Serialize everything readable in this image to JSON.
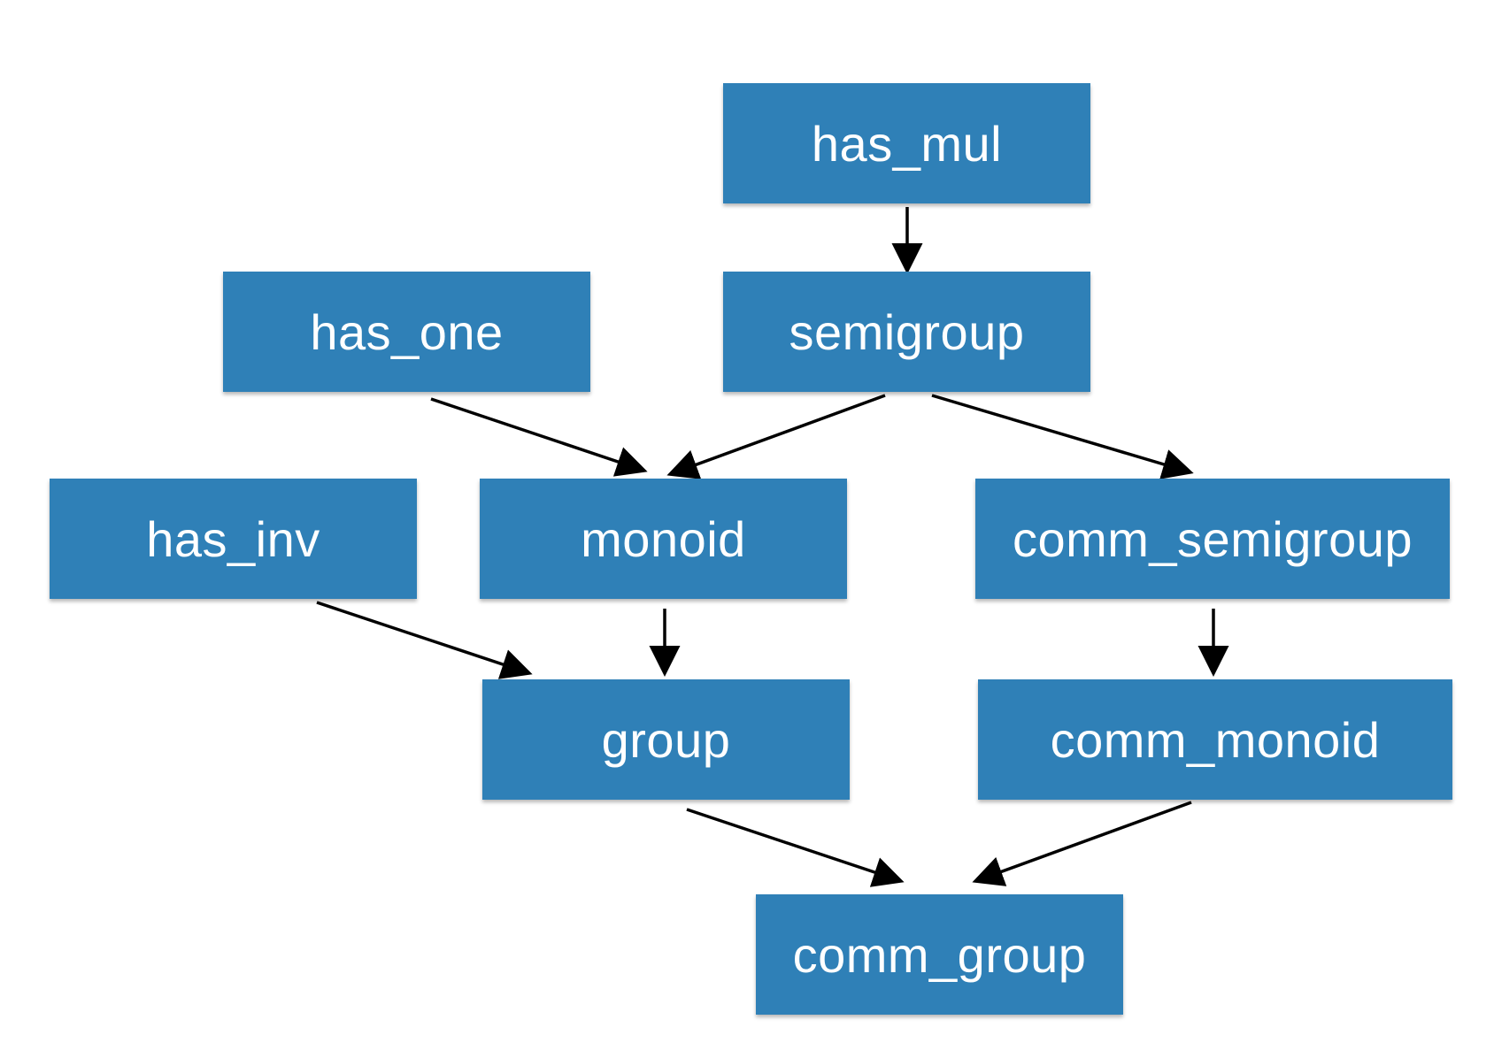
{
  "nodes": {
    "has_mul": "has_mul",
    "has_one": "has_one",
    "semigroup": "semigroup",
    "has_inv": "has_inv",
    "monoid": "monoid",
    "comm_semigroup": "comm_semigroup",
    "group": "group",
    "comm_monoid": "comm_monoid",
    "comm_group": "comm_group"
  },
  "edges": [
    {
      "from": "has_mul",
      "to": "semigroup"
    },
    {
      "from": "has_one",
      "to": "monoid"
    },
    {
      "from": "semigroup",
      "to": "monoid"
    },
    {
      "from": "semigroup",
      "to": "comm_semigroup"
    },
    {
      "from": "has_inv",
      "to": "group"
    },
    {
      "from": "monoid",
      "to": "group"
    },
    {
      "from": "comm_semigroup",
      "to": "comm_monoid"
    },
    {
      "from": "group",
      "to": "comm_group"
    },
    {
      "from": "comm_monoid",
      "to": "comm_group"
    }
  ],
  "colors": {
    "node_fill": "#2f80b7",
    "node_text": "#ffffff",
    "arrow": "#000000"
  }
}
